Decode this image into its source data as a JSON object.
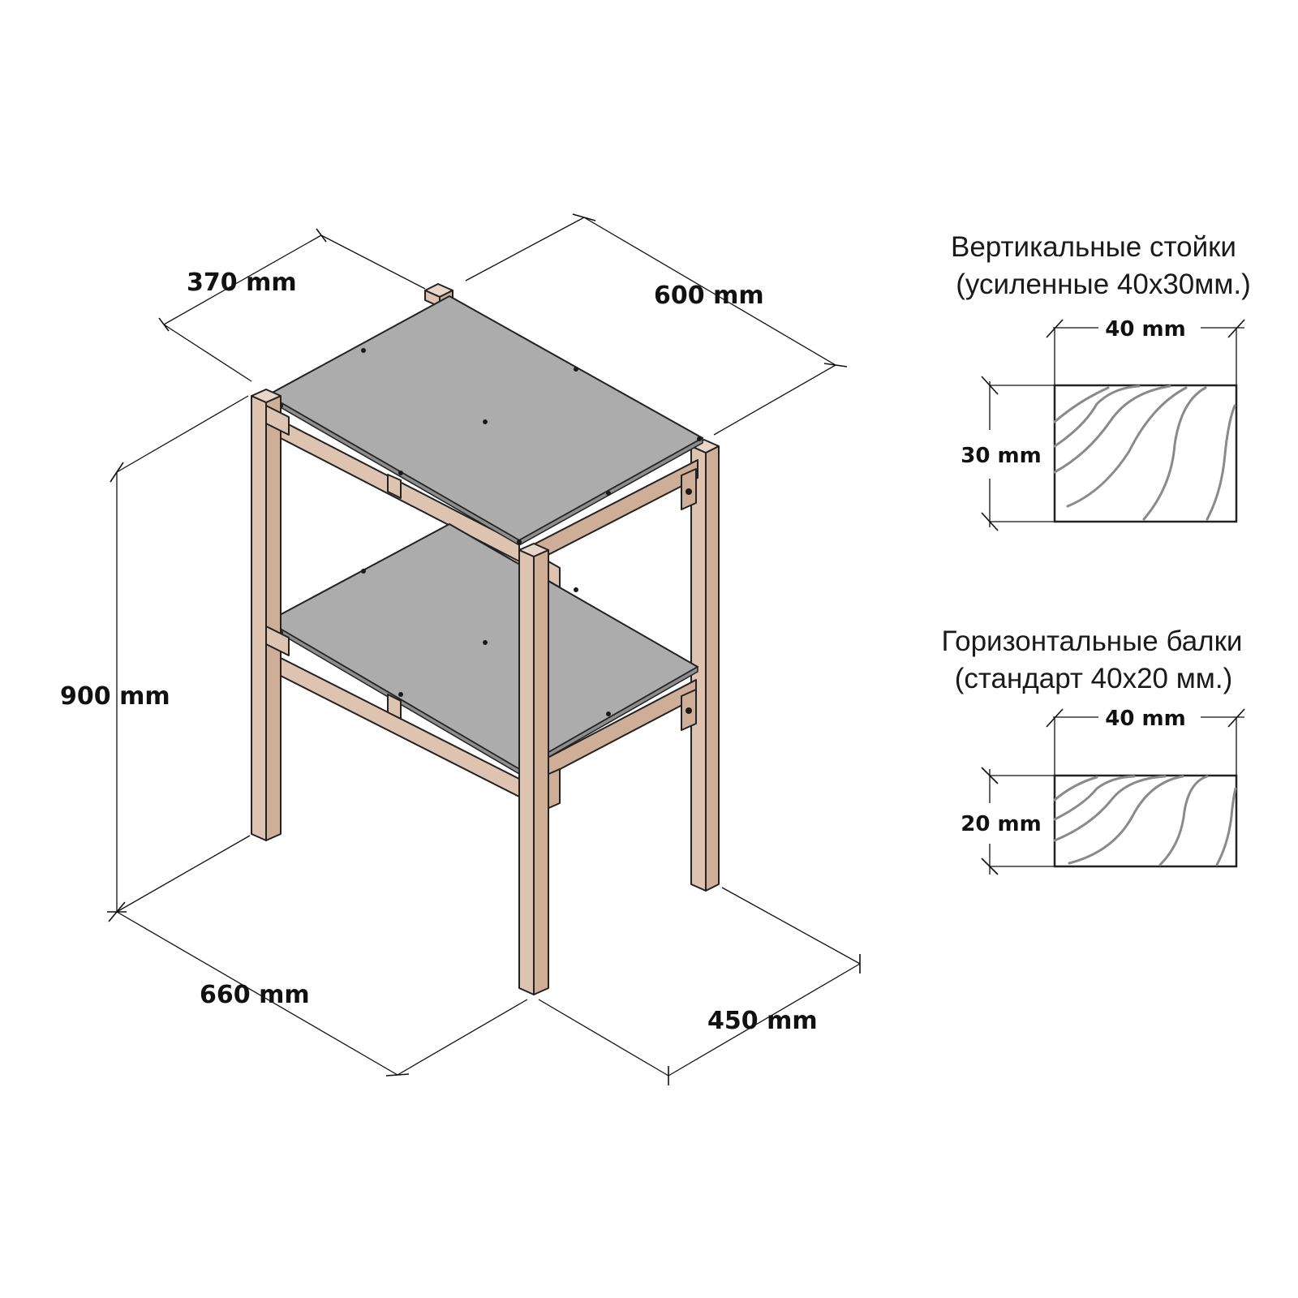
{
  "dimensions": {
    "top_depth": "370 mm",
    "top_width": "600 mm",
    "height": "900 mm",
    "bottom_width": "660 mm",
    "bottom_depth": "450 mm"
  },
  "sections": {
    "vertical": {
      "title": "Вертикальные стойки",
      "subtitle": "(усиленные 40х30мм.)",
      "width_label": "40 mm",
      "height_label": "30 mm"
    },
    "horizontal": {
      "title": "Горизонтальные балки",
      "subtitle": "(стандарт 40х20 мм.)",
      "width_label": "40 mm",
      "height_label": "20 mm"
    }
  },
  "colors": {
    "wood": "#dec3b1",
    "shelf": "#acacac",
    "line": "#111111"
  }
}
